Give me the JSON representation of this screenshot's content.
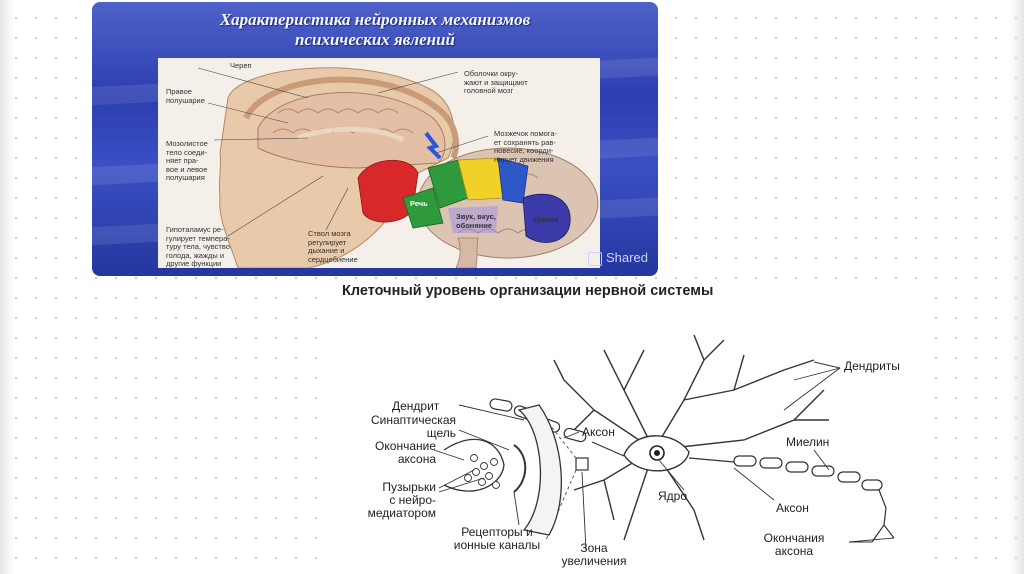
{
  "brain_panel": {
    "title_line1": "Характеристика нейронных механизмов",
    "title_line2": "психических явлений",
    "watermark": "Shared",
    "labels": {
      "skull": "Череп",
      "right_hemisphere": "Правое\nполушарие",
      "corpus_callosum": "Мозолистое\nтело соеди-\nняет пра-\nвое и левое\nполушария",
      "hypothalamus": "Гипоталамус ре-\nгулирует темпера-\nтуру тела, чувство\nголода, жажды и\nдругие функции",
      "brainstem": "Ствол мозга\nрегулирует\nдыхание и\nсердцебиение",
      "meninges": "Оболочки окру-\nжают и защищают\nголовной мозг",
      "cerebellum": "Мозжечок помога-\nет сохранять рав-\nновесие, коорди-\nнирует движения",
      "speech": "Речь",
      "sound": "Звук, вкус,\nобоняние",
      "vision": "Зрение"
    },
    "colors": {
      "red_zone": "#d8282a",
      "green_zone": "#2f9a3c",
      "yellow_zone": "#f2d02a",
      "blue_zone": "#2e58c8",
      "violet_zone": "#3b3aa8"
    }
  },
  "neuron_panel": {
    "title": "Клеточный уровень организации нервной системы",
    "labels": {
      "dendrites": "Дендриты",
      "dendrite": "Дендрит",
      "synaptic_cleft": "Синаптическая\nщель",
      "axon_terminal": "Окончание\nаксона",
      "vesicles": "Пузырьки\nс нейро-\nмедиатором",
      "receptors": "Рецепторы и\nионные каналы",
      "zoom_zone": "Зона\nувеличения",
      "axon_top": "Аксон",
      "nucleus": "Ядро",
      "myelin": "Миелин",
      "axon_right": "Аксон",
      "axon_endings": "Окончания\nаксона"
    }
  }
}
